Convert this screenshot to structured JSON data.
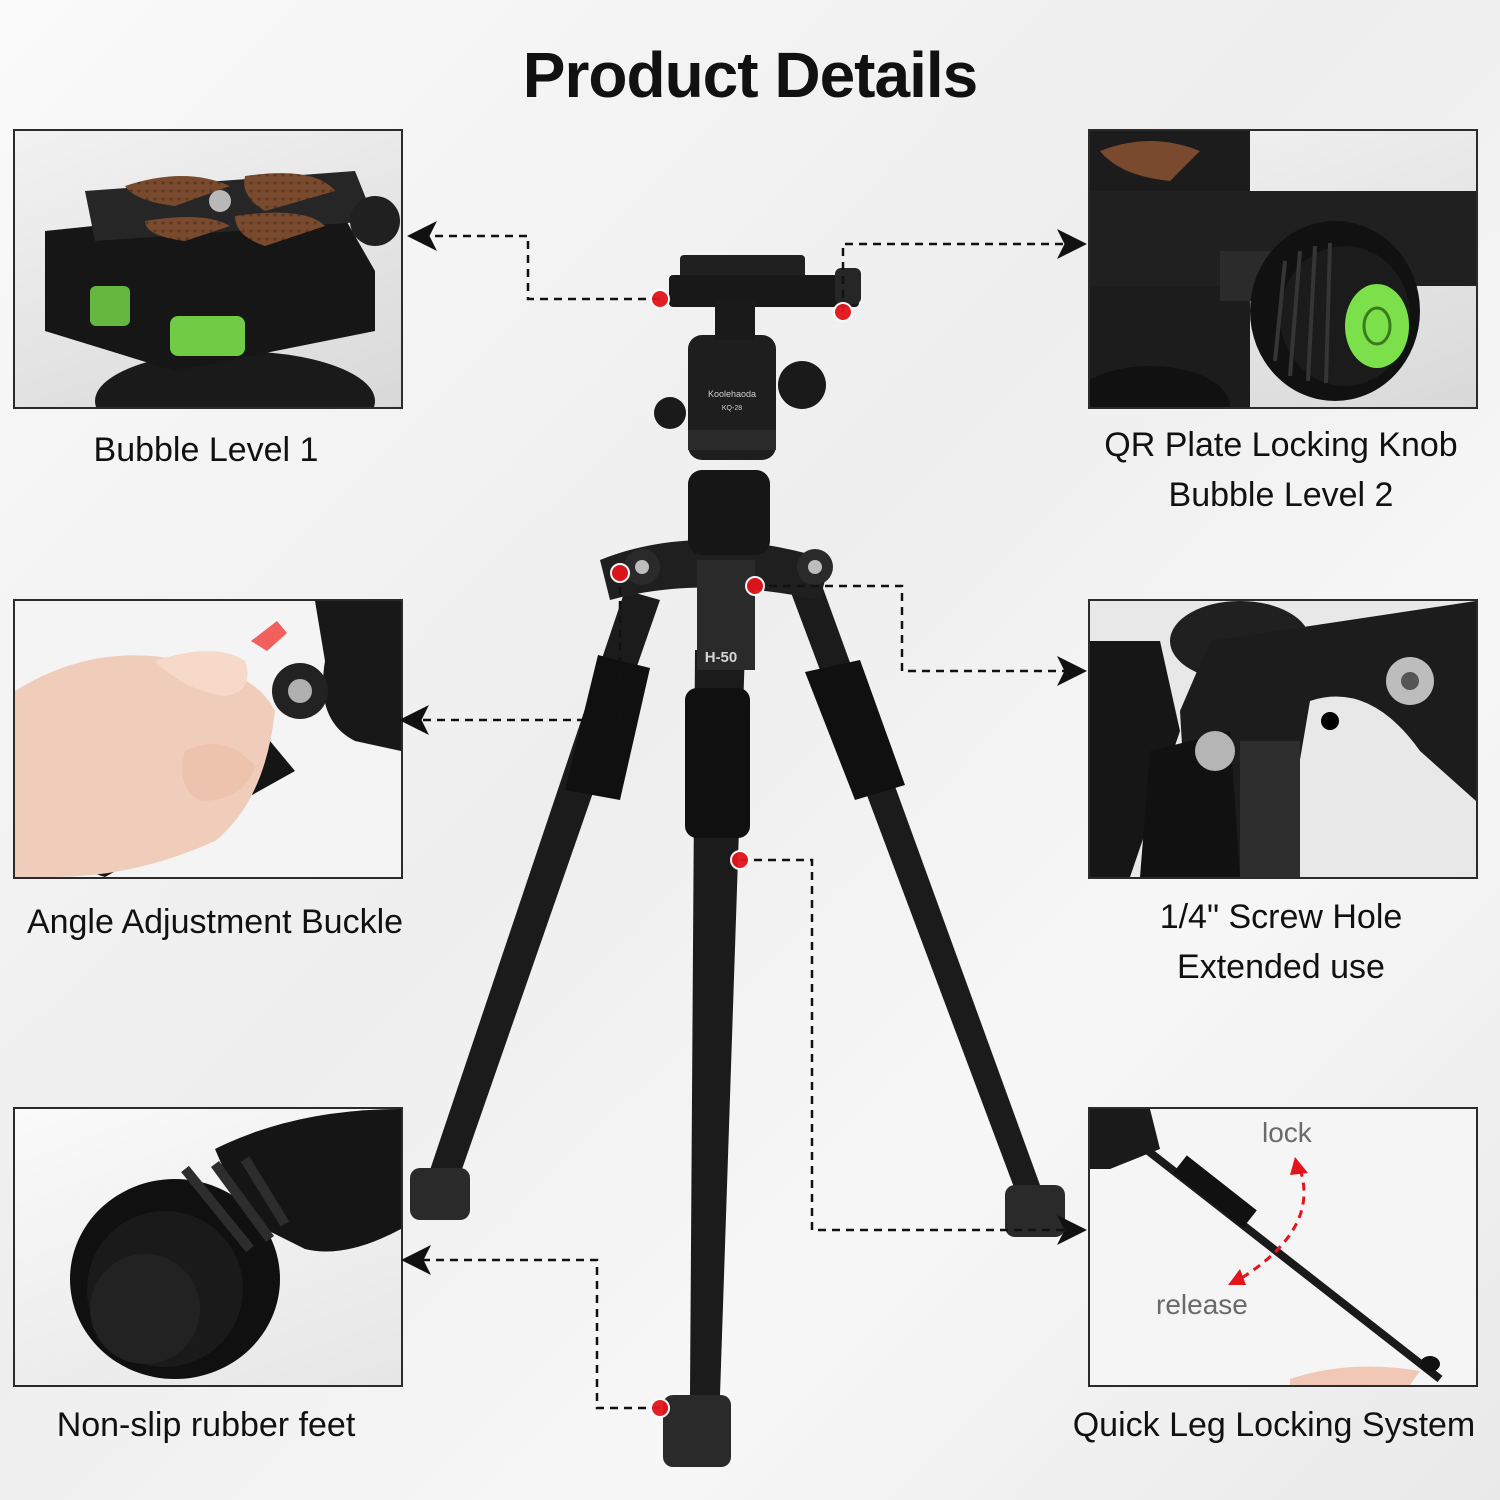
{
  "title": "Product Details",
  "accent_color": "#e3141c",
  "features": {
    "bubble_level_1": "Bubble Level 1",
    "qr_knob_line1": "QR Plate Locking Knob",
    "qr_knob_line2": "Bubble Level 2",
    "angle_buckle": "Angle Adjustment Buckle",
    "screw_hole_line1": "1/4\" Screw Hole",
    "screw_hole_line2": "Extended use",
    "rubber_feet": "Non-slip rubber feet",
    "leg_lock": "Quick Leg Locking System"
  },
  "leg_lock_panel": {
    "lock_label": "lock",
    "release_label": "release"
  },
  "product_marks": {
    "ball_head_brand": "Koolehaoda",
    "ball_head_model": "KQ-28",
    "column_model": "H-50"
  }
}
